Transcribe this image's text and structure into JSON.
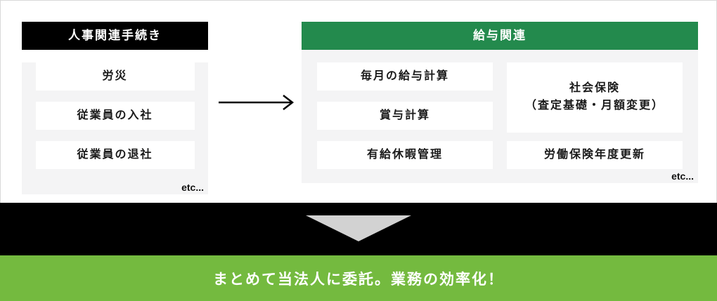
{
  "colors": {
    "header_black": "#000000",
    "panel_body_gray": "#f4f4f5",
    "item_box_white": "#ffffff",
    "dark_green_header": "#238a4d",
    "light_green_banner": "#74ba3f",
    "triangle_gray": "#d2d2d2",
    "border_gray": "#d9d9d9"
  },
  "icons": {
    "arrow": "right-arrow-icon",
    "triangle": "down-triangle-icon"
  },
  "left_panel": {
    "title": "人事関連手続き",
    "items": [
      "労災",
      "従業員の入社",
      "従業員の退社"
    ],
    "etc_label": "etc..."
  },
  "right_panel": {
    "title": "給与関連",
    "left_items": [
      "毎月の給与計算",
      "賞与計算",
      "有給休暇管理"
    ],
    "right_tall_item": {
      "line1": "社会保険",
      "line2": "（査定基礎・月額変更）"
    },
    "right_item": "労働保険年度更新",
    "etc_label": "etc..."
  },
  "banner": {
    "text": "まとめて当法人に委託。業務の効率化！"
  }
}
